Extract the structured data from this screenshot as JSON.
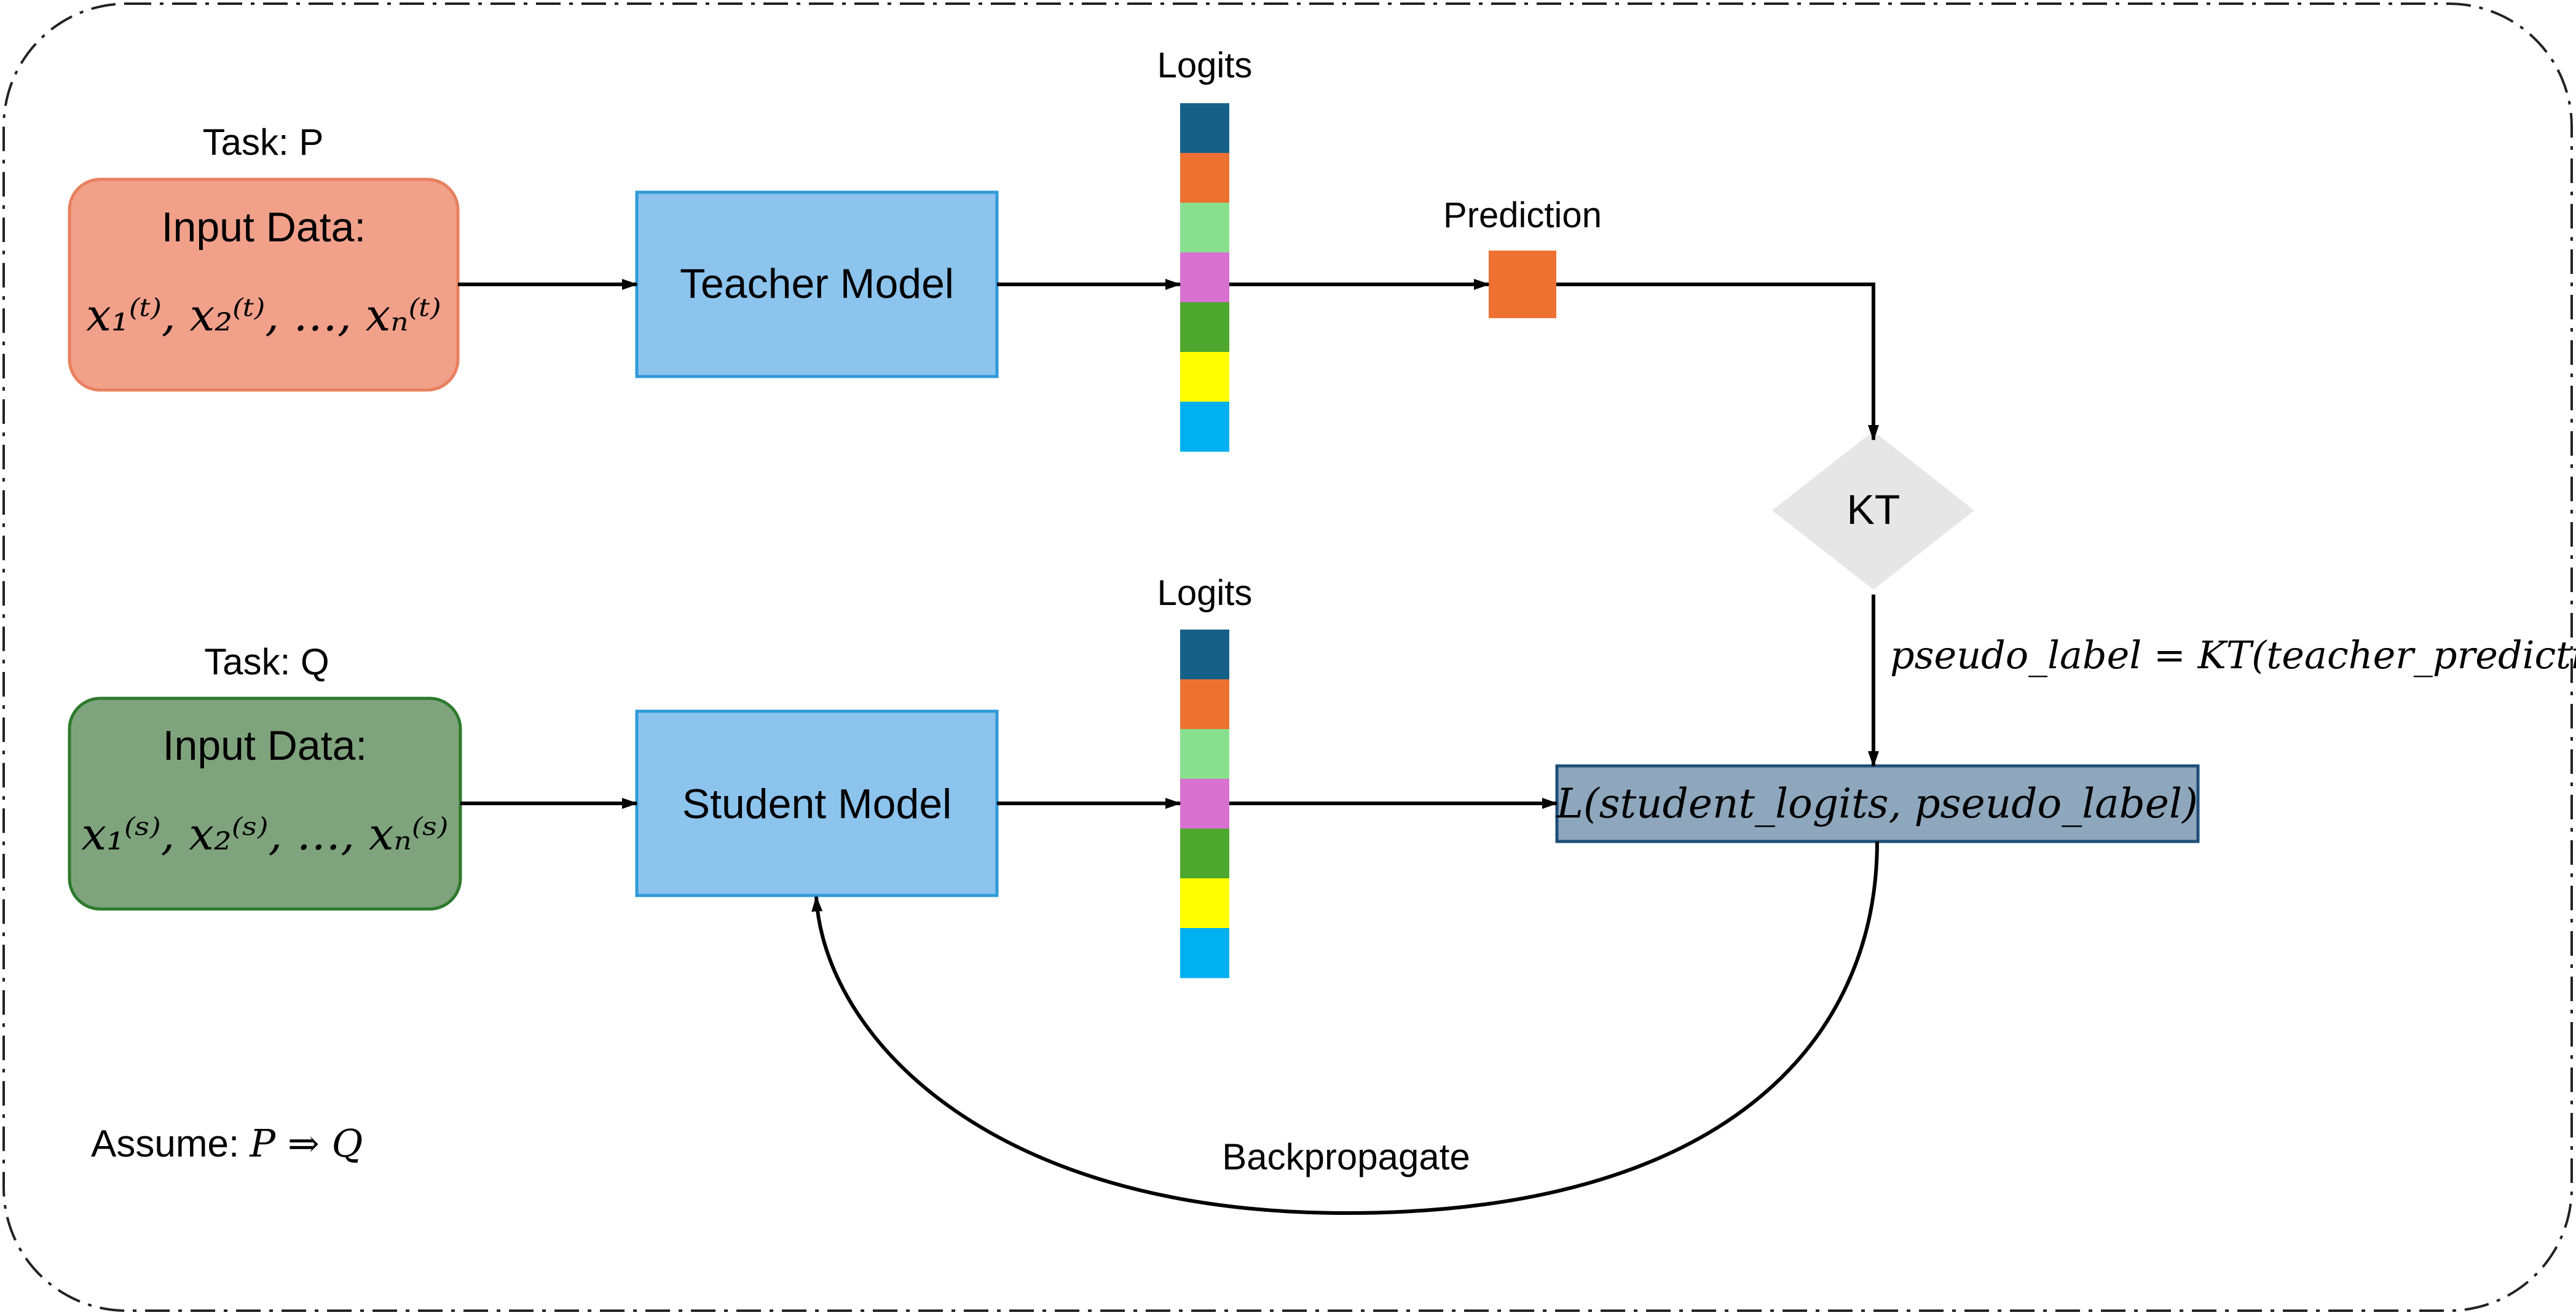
{
  "frame": {
    "border_style": "dash-dot",
    "border_color": "#222222"
  },
  "teacher_branch": {
    "task_label": "Task: P",
    "input": {
      "title": "Input Data:",
      "sequence": "x₁⁽ᵗ⁾, x₂⁽ᵗ⁾, …, xₙ⁽ᵗ⁾",
      "fill": "#f1a08a",
      "stroke": "#e9805f"
    },
    "model": {
      "label": "Teacher Model",
      "fill": "#8cc4ee",
      "stroke": "#2f9ad8"
    },
    "logits_label": "Logits",
    "prediction": {
      "label": "Prediction",
      "color": "#ed7131"
    }
  },
  "student_branch": {
    "task_label": "Task: Q",
    "input": {
      "title": "Input Data:",
      "sequence": "x₁⁽ˢ⁾, x₂⁽ˢ⁾, …, xₙ⁽ˢ⁾",
      "fill": "#7fa47d",
      "stroke": "#2d7a2d"
    },
    "model": {
      "label": "Student Model",
      "fill": "#8cc4ee",
      "stroke": "#2f9ad8"
    },
    "logits_label": "Logits"
  },
  "logit_colors": [
    "#166088",
    "#ed7131",
    "#88e08f",
    "#d871d0",
    "#4ea72e",
    "#ffff00",
    "#00b0f0"
  ],
  "kt_node": {
    "label": "KT",
    "fill": "#e6e6e6"
  },
  "pseudo_label_formula": "pseudo_label = KT(teacher_prediction)",
  "loss": {
    "label": "L(student_logits, pseudo_label)",
    "fill": "#8ea7bd",
    "stroke": "#1f4e79"
  },
  "backprop_label": "Backpropagate",
  "assumption": {
    "prefix": "Assume: ",
    "formula": "P ⇒ Q"
  }
}
